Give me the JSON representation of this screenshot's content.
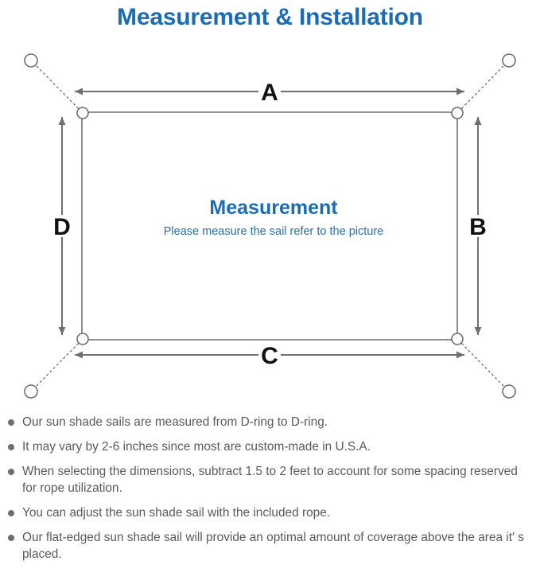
{
  "page": {
    "title": "Measurement & Installation",
    "title_color": "#1c6cb5",
    "background": "#ffffff"
  },
  "diagram": {
    "name": "sun-shade-sail-measurement-diagram",
    "center_heading": "Measurement",
    "center_subtitle": "Please measure the sail refer to the picture",
    "heading_color": "#1c6cb5",
    "subtitle_color": "#2b6ea8",
    "line_color": "#6f6f6f",
    "sail_border_color": "#6f6f6f",
    "dimension_labels": {
      "top": "A",
      "right": "B",
      "bottom": "C",
      "left": "D"
    },
    "dimension_label_color": "#111111",
    "corner_ring_count": 4,
    "anchor_point_count": 4
  },
  "notes": [
    "Our sun shade sails are measured from D-ring to D-ring.",
    "It may vary by 2-6 inches since most are custom-made in U.S.A.",
    "When selecting the dimensions, subtract 1.5 to 2 feet to account for some spacing reserved for rope utilization.",
    "You can adjust the sun shade sail with the included rope.",
    "Our flat-edged sun shade sail will provide an optimal amount of coverage above the area it′ s placed."
  ],
  "notes_color": "#5a5a5a",
  "bullet_color": "#6f6f6f"
}
